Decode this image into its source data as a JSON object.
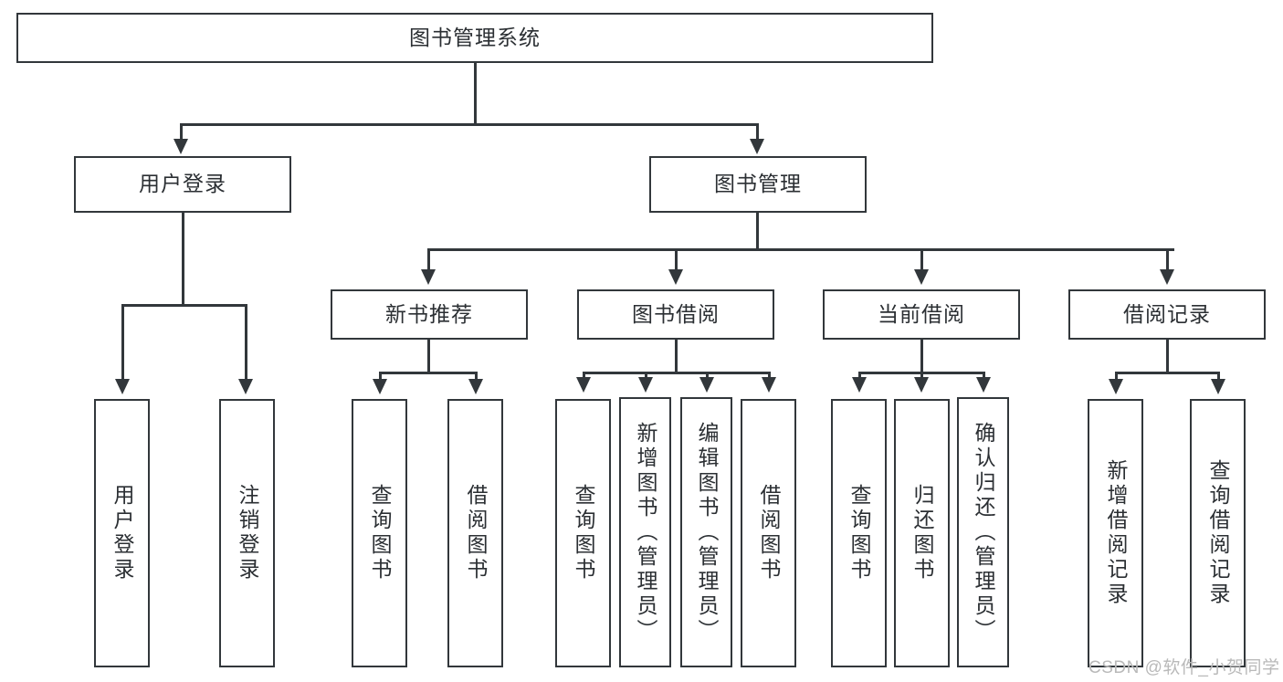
{
  "diagram": {
    "title": "图书管理系统",
    "type": "hierarchy-tree",
    "root": {
      "label": "图书管理系统"
    },
    "level2": [
      {
        "label": "用户登录"
      },
      {
        "label": "图书管理"
      }
    ],
    "level3": [
      {
        "label": "新书推荐"
      },
      {
        "label": "图书借阅"
      },
      {
        "label": "当前借阅"
      },
      {
        "label": "借阅记录"
      }
    ],
    "leaves": {
      "user_login": [
        {
          "label": "用户登录"
        },
        {
          "label": "注销登录"
        }
      ],
      "new_book_recommend": [
        {
          "label": "查询图书"
        },
        {
          "label": "借阅图书"
        }
      ],
      "book_borrow": [
        {
          "label": "查询图书"
        },
        {
          "label": "新增图书（管理员）"
        },
        {
          "label": "编辑图书（管理员）"
        },
        {
          "label": "借阅图书"
        }
      ],
      "current_borrow": [
        {
          "label": "查询图书"
        },
        {
          "label": "归还图书"
        },
        {
          "label": "确认归还（管理员）"
        }
      ],
      "borrow_record": [
        {
          "label": "新增借阅记录"
        },
        {
          "label": "查询借阅记录"
        }
      ]
    }
  },
  "watermark": {
    "text": "CSDN @软件_小贺同学"
  },
  "colors": {
    "stroke": "#32373b",
    "text": "#2b2f33",
    "background": "#ffffff",
    "watermark": "#b9b9b9"
  }
}
